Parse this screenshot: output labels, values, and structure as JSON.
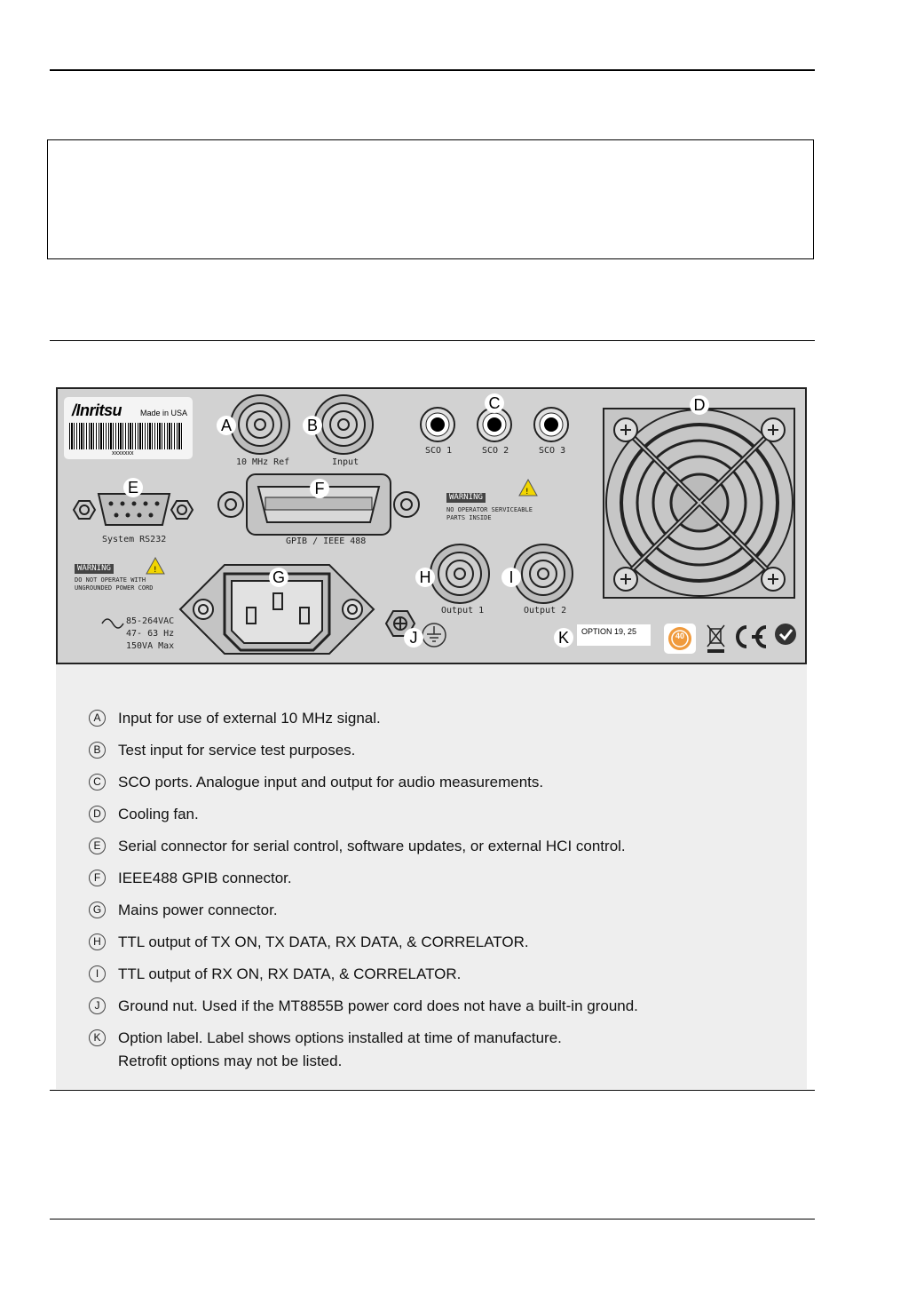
{
  "panel": {
    "brand": "/Inritsu",
    "made_in": "Made in USA",
    "serial": "xxxxxxx",
    "port_labels": {
      "ref": "10 MHz Ref",
      "input": "Input",
      "sco1": "SCO 1",
      "sco2": "SCO 2",
      "sco3": "SCO 3",
      "rs232": "System RS232",
      "gpib": "GPIB / IEEE 488",
      "output1": "Output 1",
      "output2": "Output 2"
    },
    "callouts": [
      "A",
      "B",
      "C",
      "D",
      "E",
      "F",
      "G",
      "H",
      "I",
      "J",
      "K"
    ],
    "warning_upper": {
      "title": "WARNING",
      "lines": [
        "NO OPERATOR SERVICEABLE",
        "PARTS INSIDE"
      ]
    },
    "warning_lower": {
      "title": "WARNING",
      "lines": [
        "DO NOT OPERATE WITH",
        "UNGROUNDED POWER CORD"
      ]
    },
    "power": {
      "lines": [
        "85-264VAC",
        "47- 63 Hz",
        "150VA Max"
      ]
    },
    "option_label": "OPTION 19, 25",
    "rohs_badge": "40",
    "icons": [
      "ac-wave-icon",
      "ground-icon",
      "warning-triangle-icon",
      "weee-bin-icon",
      "ce-mark-icon",
      "c-tick-icon"
    ]
  },
  "descriptions": [
    {
      "letter": "A",
      "text": "Input for use of external 10 MHz signal."
    },
    {
      "letter": "B",
      "text": "Test input for service test purposes."
    },
    {
      "letter": "C",
      "text": "SCO ports.  Analogue input and output for audio measurements."
    },
    {
      "letter": "D",
      "text": "Cooling fan."
    },
    {
      "letter": "E",
      "text": "Serial connector for serial control, software updates, or external HCI control."
    },
    {
      "letter": "F",
      "text": "IEEE488 GPIB connector."
    },
    {
      "letter": "G",
      "text": "Mains power connector."
    },
    {
      "letter": "H",
      "text": "TTL output of TX ON, TX DATA, RX DATA, & CORRELATOR."
    },
    {
      "letter": "I",
      "text": "TTL output of RX ON, RX DATA, & CORRELATOR."
    },
    {
      "letter": "J",
      "text": "Ground nut.  Used if the MT8855B power cord does not have a built-in ground."
    },
    {
      "letter": "K",
      "text": "Option label.  Label shows options installed at time of manufacture.",
      "continuation": "Retrofit options may not be listed."
    }
  ]
}
